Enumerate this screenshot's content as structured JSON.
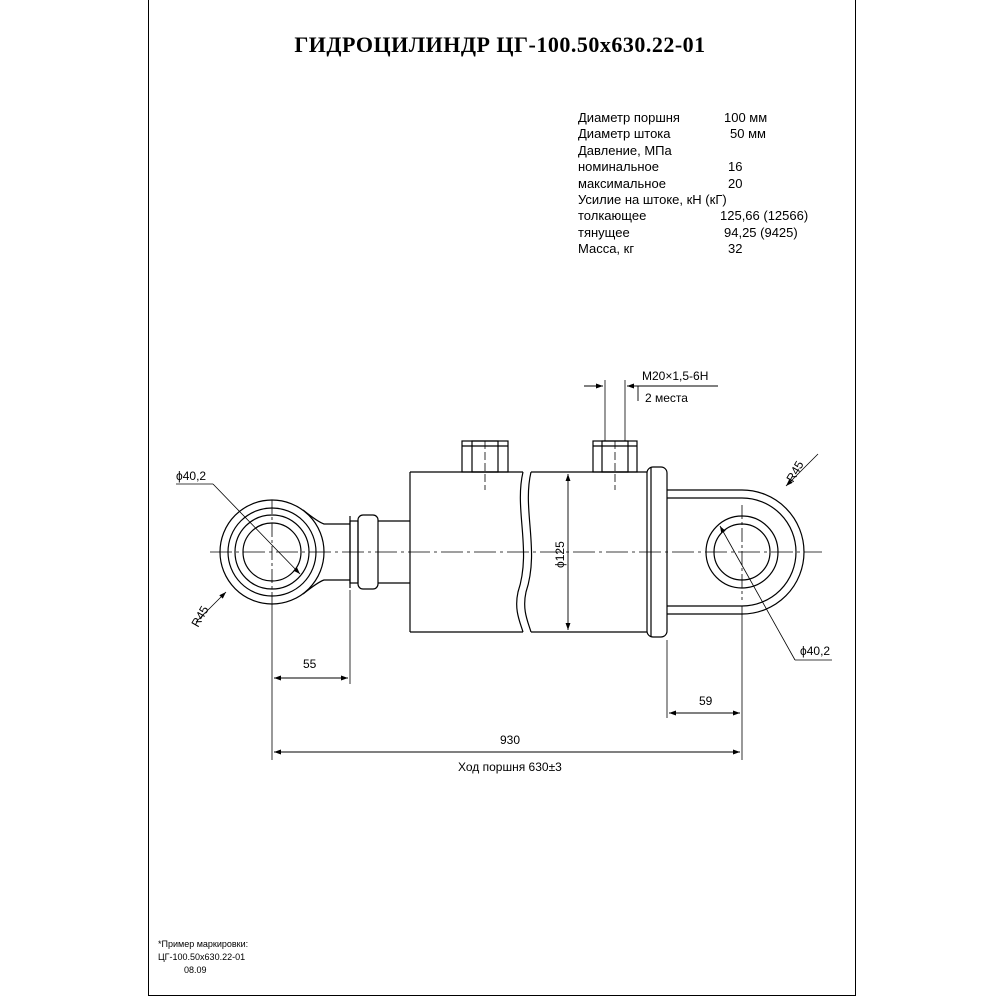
{
  "title": "ГИДРОЦИЛИНДР ЦГ-100.50х630.22-01",
  "specs": [
    {
      "label": "Диаметр поршня",
      "value": "100 мм"
    },
    {
      "label": "Диаметр штока",
      "value": "50 мм"
    },
    {
      "label": "Давление, МПа",
      "value": ""
    },
    {
      "label": "номинальное",
      "value": "16"
    },
    {
      "label": "максимальное",
      "value": "20"
    },
    {
      "label": "Усилие на штоке, кН (кГ)",
      "value": ""
    },
    {
      "label": "толкающее",
      "value": "125,66 (12566)"
    },
    {
      "label": "тянущее",
      "value": "94,25 (9425)"
    },
    {
      "label": "Масса, кг",
      "value": "32"
    }
  ],
  "dimensions": {
    "thread": "M20×1,5-6H",
    "thread_count": "2 места",
    "left_eye_diameter": "ϕ40,2",
    "left_eye_radius": "R45",
    "right_eye_radius": "R45",
    "right_eye_diameter": "ϕ40,2",
    "body_diameter": "ϕ125",
    "left_offset": "55",
    "right_offset": "59",
    "overall_length": "930",
    "stroke": "Ход поршня 630±3"
  },
  "note": {
    "line1": "*Пример маркировки:",
    "line2": "ЦГ-100.50х630.22-01",
    "line3": "08.09"
  }
}
